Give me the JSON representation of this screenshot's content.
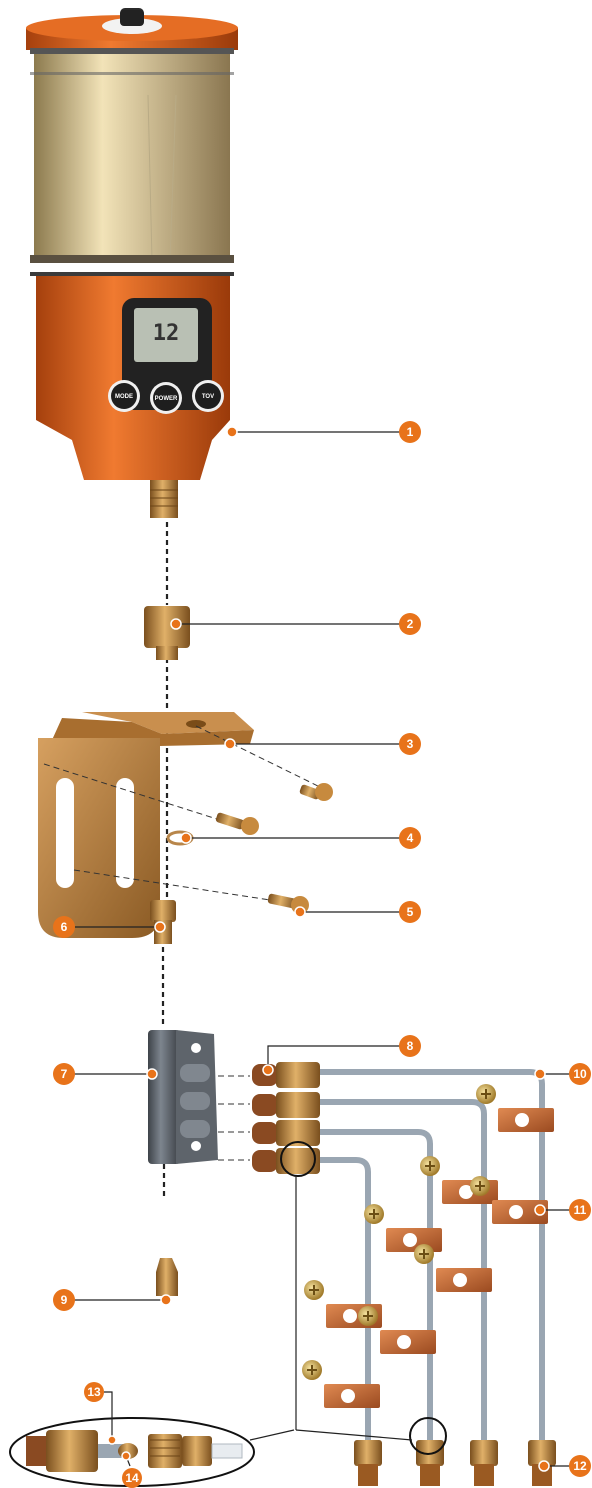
{
  "callouts": [
    {
      "number": "1"
    },
    {
      "number": "2"
    },
    {
      "number": "3"
    },
    {
      "number": "4"
    },
    {
      "number": "5"
    },
    {
      "number": "6"
    },
    {
      "number": "7"
    },
    {
      "number": "8"
    },
    {
      "number": "9"
    },
    {
      "number": "10"
    },
    {
      "number": "11"
    },
    {
      "number": "12"
    },
    {
      "number": "13"
    },
    {
      "number": "14"
    }
  ],
  "lubricator": {
    "display_value": "12",
    "buttons": [
      "MODE",
      "POWER",
      "TOV"
    ]
  },
  "colors": {
    "callout": "#e8731a",
    "brass": "#b8864a",
    "housing": "#d9621c",
    "pipe": "#9aa6b2",
    "clamp": "#c8703a"
  }
}
